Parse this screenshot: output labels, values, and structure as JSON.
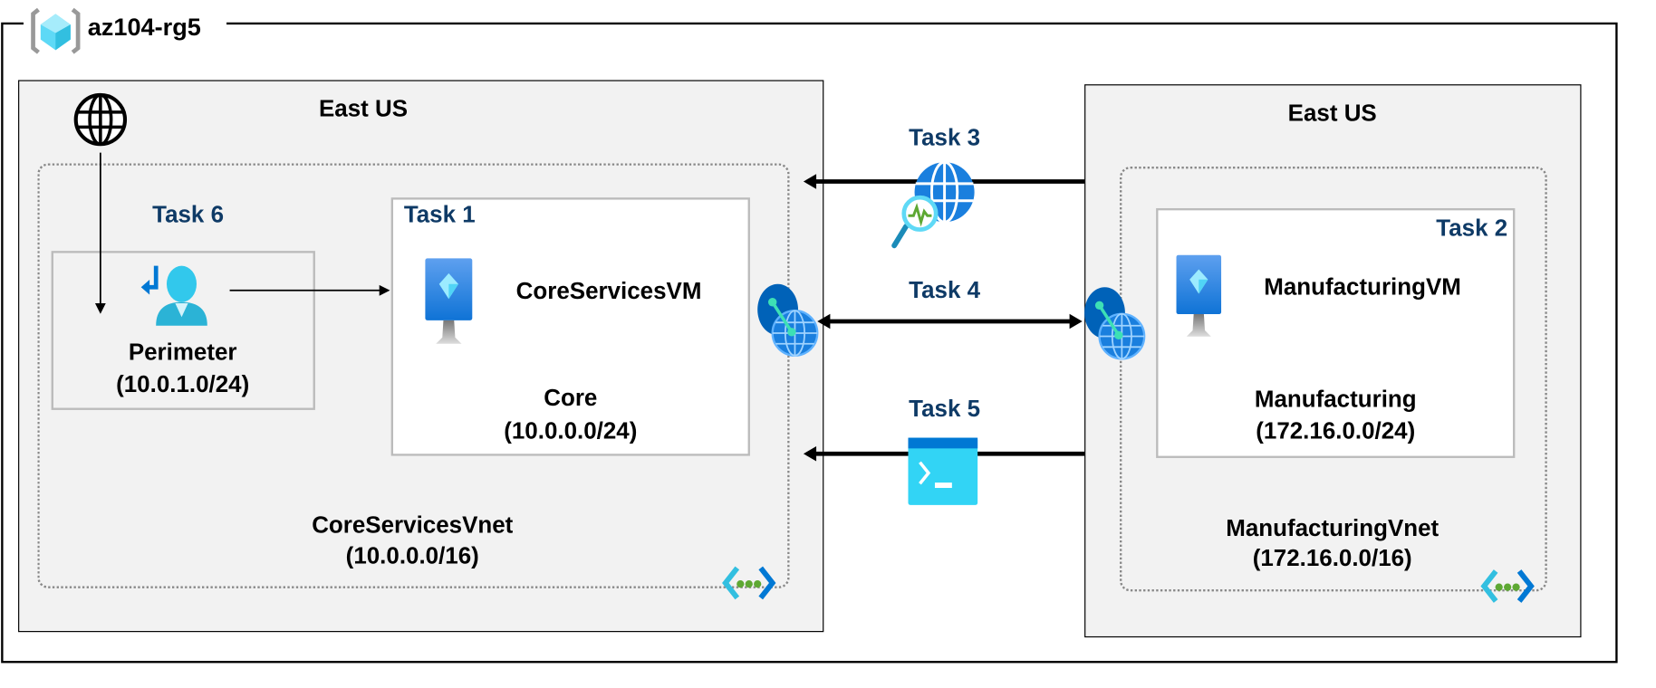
{
  "resource_group": {
    "name": "az104-rg5",
    "icon": "resource-group-icon"
  },
  "regions": [
    {
      "label": "East US",
      "vnet": {
        "name": "CoreServicesVnet",
        "cidr": "(10.0.0.0/16)"
      },
      "subnets": [
        {
          "name": "Perimeter",
          "cidr": "(10.0.1.0/24)",
          "task": "Task 6",
          "icon": "user-icon"
        },
        {
          "name": "Core",
          "cidr": "(10.0.0.0/24)",
          "task": "Task 1",
          "vm": "CoreServicesVM"
        }
      ]
    },
    {
      "label": "East US",
      "vnet": {
        "name": "ManufacturingVnet",
        "cidr": "(172.16.0.0/16)"
      },
      "subnets": [
        {
          "name": "Manufacturing",
          "cidr": "(172.16.0.0/24)",
          "task": "Task 2",
          "vm": "ManufacturingVM"
        }
      ]
    }
  ],
  "connections": [
    {
      "task": "Task 3",
      "icon": "network-watcher-icon"
    },
    {
      "task": "Task 4",
      "icon": "vnet-peering-icon"
    },
    {
      "task": "Task 5",
      "icon": "cloud-shell-icon"
    }
  ],
  "colors": {
    "task": "#0e3a66",
    "region_bg": "#f2f2f2",
    "azure_blue": "#0078d4"
  }
}
